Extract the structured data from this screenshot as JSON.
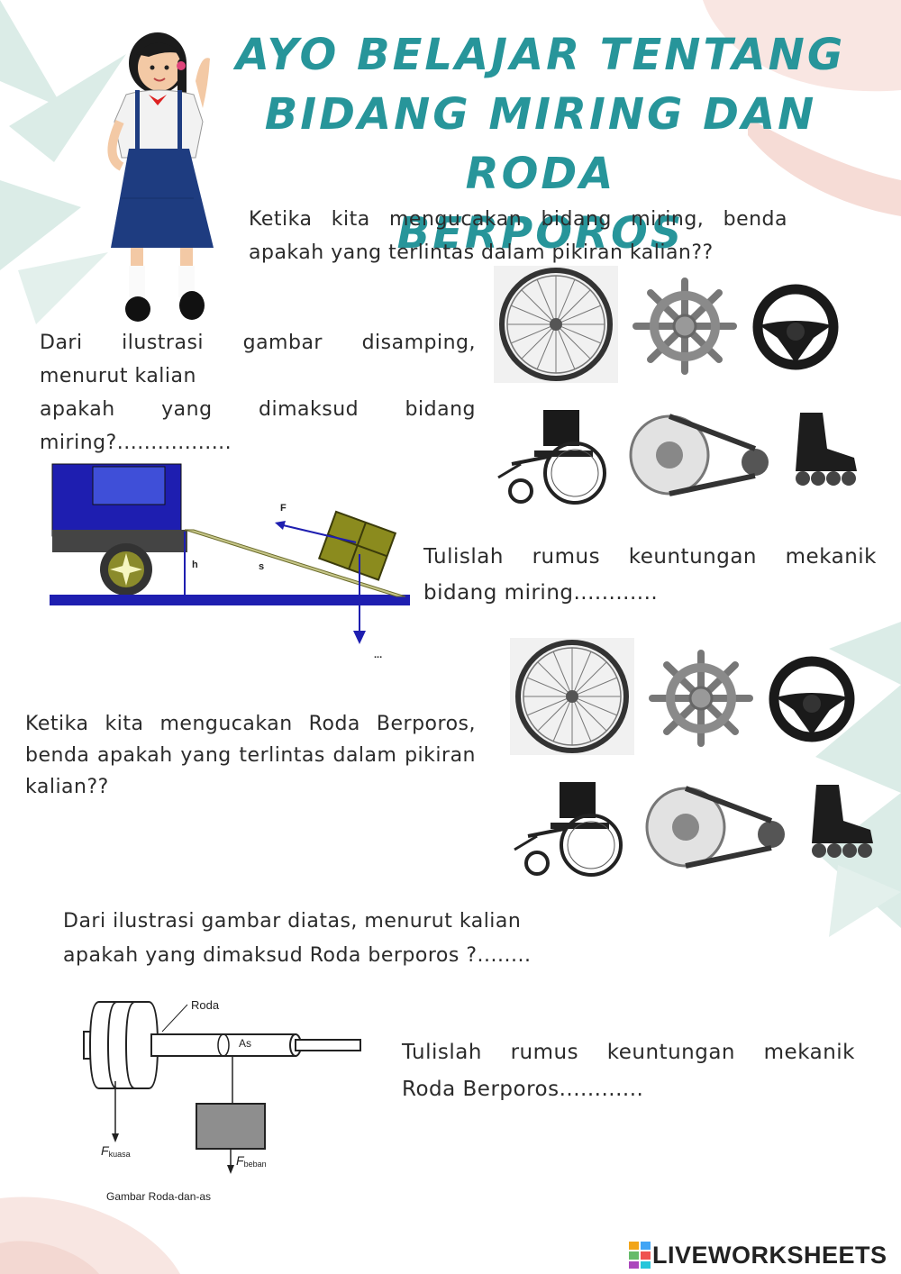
{
  "title": {
    "line1": "AYO BELAJAR TENTANG",
    "line2": "BIDANG MIRING DAN RODA",
    "line3": "BERPOROS"
  },
  "q1": "Ketika kita mengucakan bidang miring, benda apakah yang terlintas dalam pikiran kalian??",
  "q2": {
    "line1": "Dari ilustrasi gambar disamping,",
    "line2": "menurut kalian",
    "line3": "apakah yang dimaksud bidang",
    "line4": "miring?................."
  },
  "q3": {
    "line1": "Tulislah rumus keuntungan mekanik",
    "line2": "bidang miring............"
  },
  "q4": "Ketika kita mengucakan Roda Berporos, benda apakah yang terlintas dalam pikiran kalian??",
  "q5": {
    "line1": "Dari ilustrasi gambar diatas, menurut kalian",
    "line2": "apakah yang dimaksud Roda berporos ?........"
  },
  "q6": {
    "line1": "Tulislah rumus keuntungan mekanik",
    "line2": "Roda Berporos............"
  },
  "ramp_diagram": {
    "force_label": "F",
    "height_label": "h",
    "slope_label": "s",
    "weight_label": "..."
  },
  "wheel_diagram": {
    "roda_label": "Roda",
    "as_label": "As",
    "f_kuasa": "F",
    "f_kuasa_sub": "kuasa",
    "f_beban": "F",
    "f_beban_sub": "beban",
    "caption": "Gambar Roda-dan-as"
  },
  "logo": {
    "text": "LIVEWORKSHEETS"
  },
  "colors": {
    "title": "#27959a",
    "decor_green": "#d9ece6",
    "decor_pink": "#f8e3df",
    "truck": "#2020b8"
  },
  "icons": [
    "bicycle-wheel-icon",
    "ship-wheel-icon",
    "steering-wheel-icon",
    "wheelchair-icon",
    "chain-gear-icon",
    "roller-skate-icon"
  ]
}
